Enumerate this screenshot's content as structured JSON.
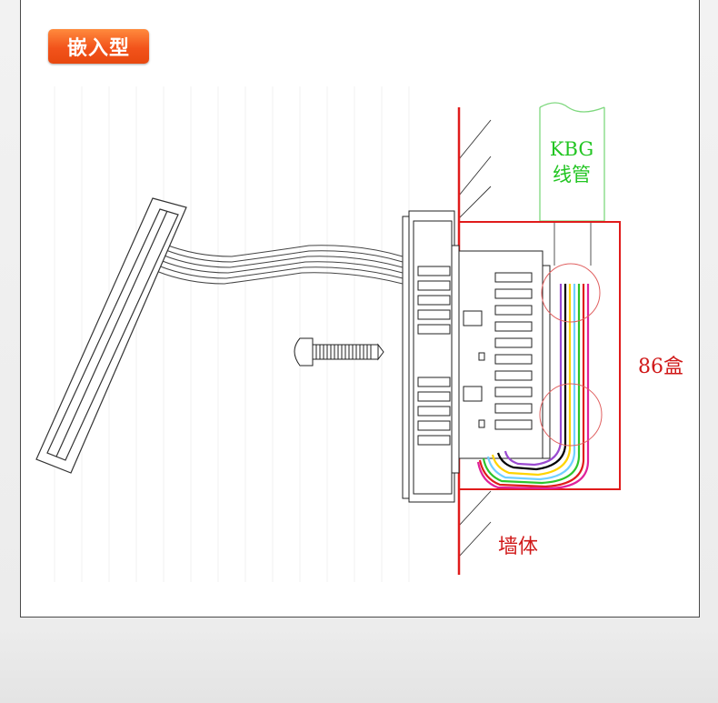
{
  "badge": {
    "label": "嵌入型",
    "color": "#f2531b"
  },
  "labels": {
    "kbg_line1": "KBG",
    "kbg_line2": "线管",
    "box": "86盒",
    "wall": "墙体"
  },
  "colors": {
    "wall_line": "#e01b1b",
    "box_outline": "#e01b1b",
    "kbg_text": "#22c522",
    "kbg_outline": "#7ed87e",
    "annotation_text": "#d01818"
  },
  "wire_colors": [
    "#000000",
    "#ffd400",
    "#6fd0ff",
    "#2b4cff",
    "#e0219b",
    "#2cc42c",
    "#e01b1b",
    "#9a4ad0"
  ]
}
